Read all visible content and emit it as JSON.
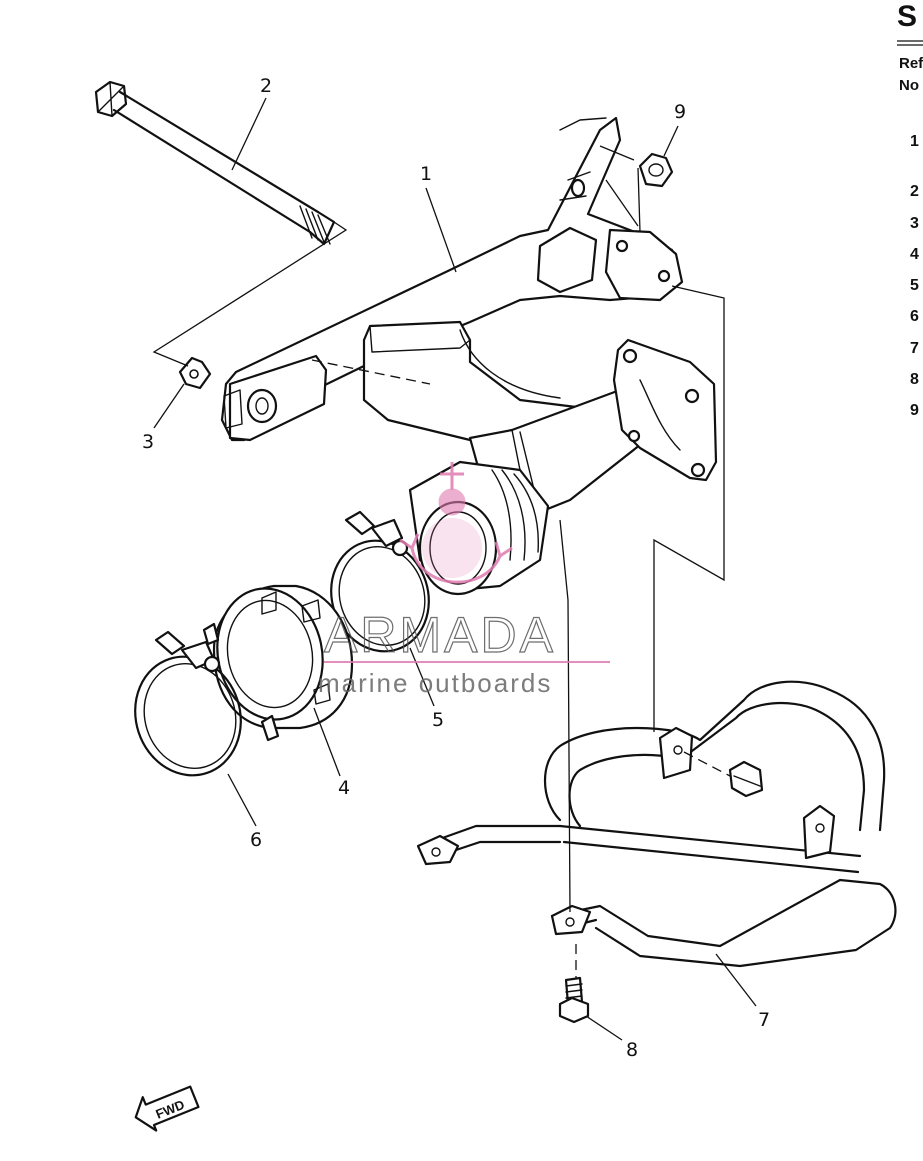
{
  "header": {
    "title_fragment": "S",
    "ref_label_line1": "Ref",
    "ref_label_line2": "No"
  },
  "ref_column": [
    "1",
    "2",
    "3",
    "4",
    "5",
    "6",
    "7",
    "8",
    "9"
  ],
  "callouts": {
    "p1": "1",
    "p2": "2",
    "p3": "3",
    "p4": "4",
    "p5": "5",
    "p6": "6",
    "p7": "7",
    "p8": "8",
    "p9": "9"
  },
  "direction_arrow": "FWD",
  "watermark": {
    "brand": "ARMADA",
    "tagline": "marine outboards",
    "accent_color": "#e07bb0",
    "text_color": "#555555"
  }
}
